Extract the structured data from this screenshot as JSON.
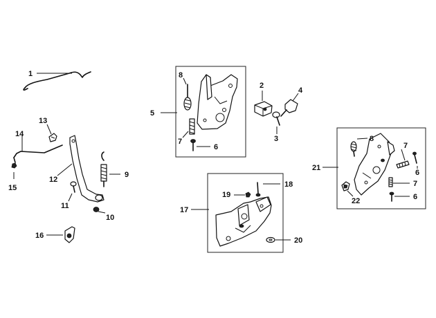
{
  "callouts": {
    "c1": "1",
    "c2": "2",
    "c3": "3",
    "c4": "4",
    "c5": "5",
    "c6a": "6",
    "c6b": "6",
    "c6c": "6",
    "c7a": "7",
    "c7b": "7",
    "c7c": "7",
    "c8a": "8",
    "c8b": "8",
    "c9": "9",
    "c10": "10",
    "c11": "11",
    "c12": "12",
    "c13": "13",
    "c14": "14",
    "c15": "15",
    "c16": "16",
    "c17": "17",
    "c18": "18",
    "c19": "19",
    "c20": "20",
    "c21": "21",
    "c22": "22"
  }
}
